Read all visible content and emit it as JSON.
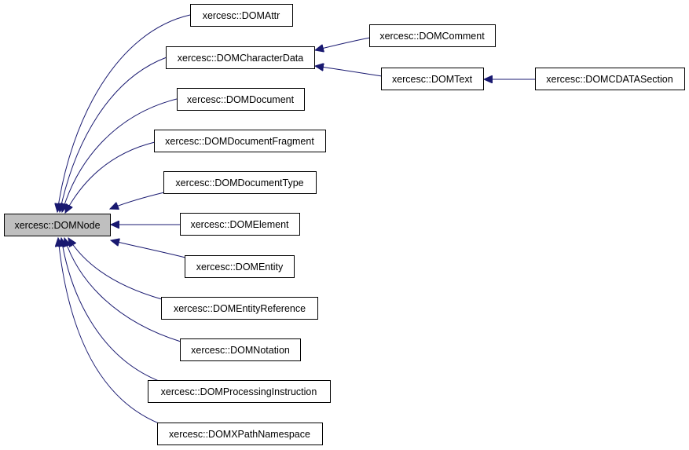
{
  "diagram": {
    "root": "xercesc::DOMNode",
    "nodes": {
      "domnode": "xercesc::DOMNode",
      "domattr": "xercesc::DOMAttr",
      "domcharacterdata": "xercesc::DOMCharacterData",
      "domdocument": "xercesc::DOMDocument",
      "domdocumentfragment": "xercesc::DOMDocumentFragment",
      "domdocumenttype": "xercesc::DOMDocumentType",
      "domelement": "xercesc::DOMElement",
      "domentity": "xercesc::DOMEntity",
      "domentityreference": "xercesc::DOMEntityReference",
      "domnotation": "xercesc::DOMNotation",
      "domprocessinginstruction": "xercesc::DOMProcessingInstruction",
      "domxpathnamespace": "xercesc::DOMXPathNamespace",
      "domcomment": "xercesc::DOMComment",
      "domtext": "xercesc::DOMText",
      "domcdatasection": "xercesc::DOMCDATASection"
    },
    "inheritance": [
      [
        "domattr",
        "domnode"
      ],
      [
        "domcharacterdata",
        "domnode"
      ],
      [
        "domdocument",
        "domnode"
      ],
      [
        "domdocumentfragment",
        "domnode"
      ],
      [
        "domdocumenttype",
        "domnode"
      ],
      [
        "domelement",
        "domnode"
      ],
      [
        "domentity",
        "domnode"
      ],
      [
        "domentityreference",
        "domnode"
      ],
      [
        "domnotation",
        "domnode"
      ],
      [
        "domprocessinginstruction",
        "domnode"
      ],
      [
        "domxpathnamespace",
        "domnode"
      ],
      [
        "domcomment",
        "domcharacterdata"
      ],
      [
        "domtext",
        "domcharacterdata"
      ],
      [
        "domcdatasection",
        "domtext"
      ]
    ]
  }
}
